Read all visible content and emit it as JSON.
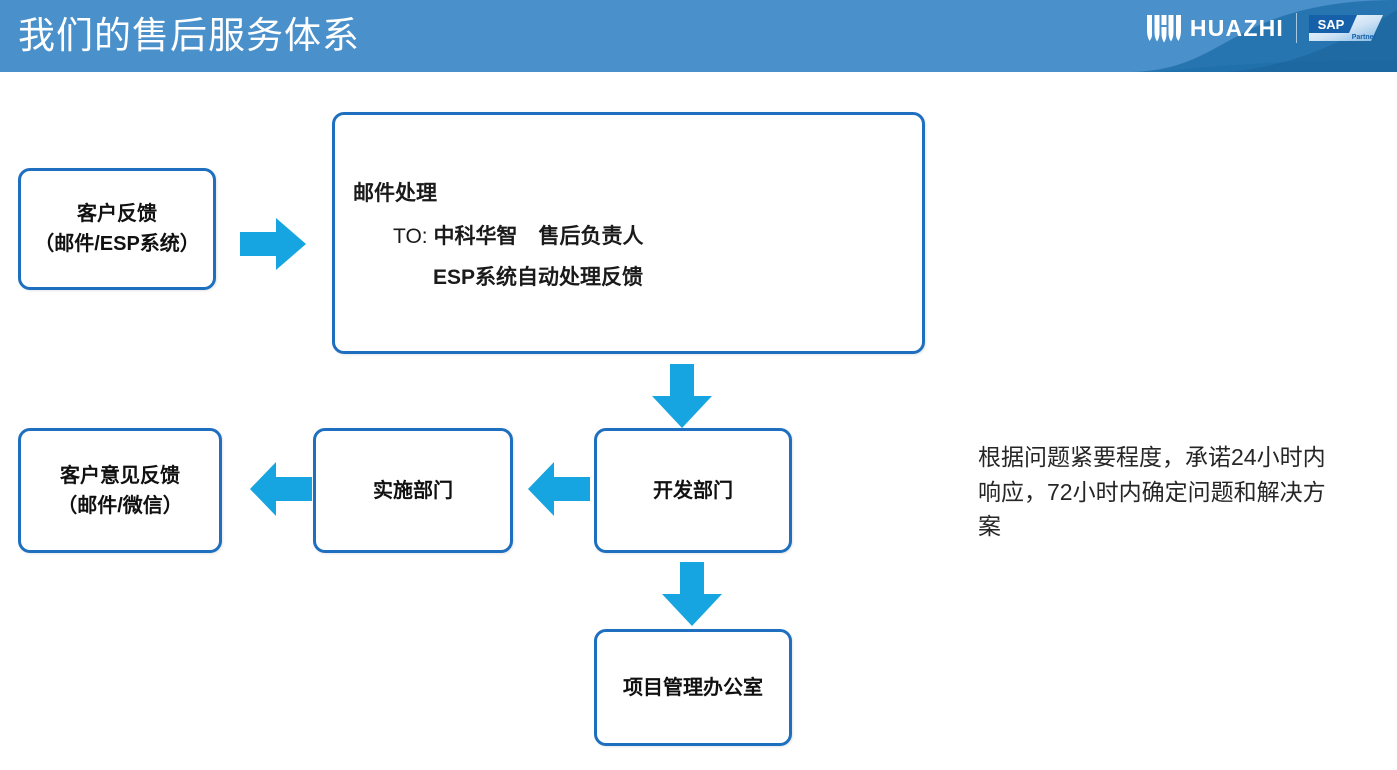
{
  "header": {
    "title": "我们的售后服务体系",
    "brand_name": "HUAZHI",
    "brand_emblem_name": "huazhi-emblem-icon",
    "sap_badge_main": "SAP",
    "sap_badge_sub": "Partner",
    "bg_color": "#4a90cb",
    "swoosh_color": "#1b6ca8"
  },
  "flow": {
    "node_customer_feedback": {
      "line1": "客户反馈",
      "line2": "（邮件/ESP系统）"
    },
    "node_email_processing": {
      "line1": "邮件处理",
      "line2_prefix": "TO: ",
      "line2_bold": "中科华智　售后负责人",
      "line3": "ESP系统自动处理反馈"
    },
    "node_development": {
      "line1": "开发部门"
    },
    "node_implementation": {
      "line1": "实施部门"
    },
    "node_customer_opinion": {
      "line1": "客户意见反馈",
      "line2": "（邮件/微信）"
    },
    "node_pmo": {
      "line1": "项目管理办公室"
    },
    "arrows": [
      {
        "name": "arrow-feedback-to-email",
        "direction": "right"
      },
      {
        "name": "arrow-email-to-dev",
        "direction": "down"
      },
      {
        "name": "arrow-dev-to-impl",
        "direction": "left"
      },
      {
        "name": "arrow-impl-to-opinion",
        "direction": "left"
      },
      {
        "name": "arrow-dev-to-pmo",
        "direction": "down"
      }
    ],
    "arrow_color": "#16a5e0",
    "node_border_color": "#1f6fc0",
    "node_fill_color": "#ffffff"
  },
  "side_note": {
    "text": "根据问题紧要程度，承诺24小时内响应，72小时内确定问题和解决方案"
  }
}
